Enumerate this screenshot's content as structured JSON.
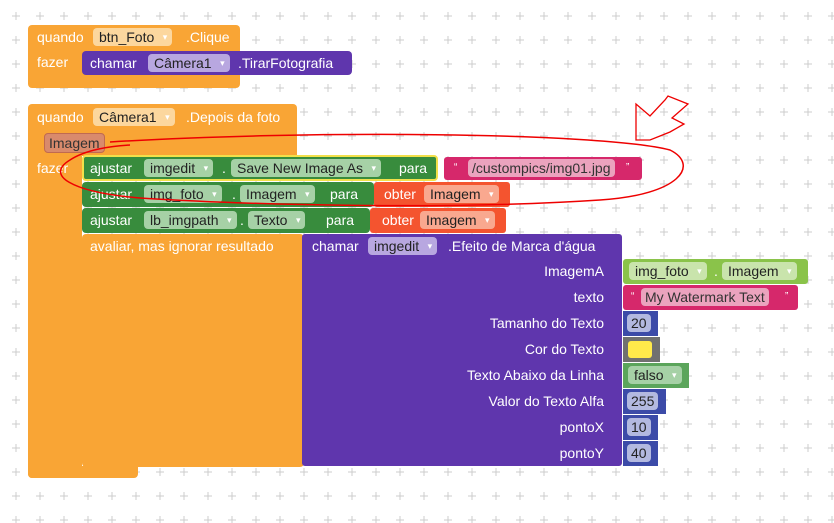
{
  "event1": {
    "when": "quando",
    "component": "btn_Foto",
    "event": ".Clique",
    "do": "fazer",
    "call": {
      "keyword": "chamar",
      "component": "Câmera1",
      "method": ".TirarFotografia"
    }
  },
  "event2": {
    "when": "quando",
    "component": "Câmera1",
    "event": ".Depois da foto",
    "param": "Imagem",
    "do": "fazer",
    "set1": {
      "keyword": "ajustar",
      "component": "imgedit",
      "property": "Save New Image As",
      "to": "para",
      "value": "/custompics/img01.jpg"
    },
    "set2": {
      "keyword": "ajustar",
      "component": "img_foto",
      "property": "Imagem",
      "to": "para",
      "get": "obter",
      "var": "Imagem"
    },
    "set3": {
      "keyword": "ajustar",
      "component": "lb_imgpath",
      "property": "Texto",
      "to": "para",
      "get": "obter",
      "var": "Imagem"
    },
    "eval": "avaliar, mas ignorar resultado",
    "call": {
      "keyword": "chamar",
      "component": "imgedit",
      "method": ".Efeito de Marca d'água",
      "args": [
        {
          "label": "ImagemA",
          "component": "img_foto",
          "property": "Imagem"
        },
        {
          "label": "texto",
          "value": "My Watermark Text"
        },
        {
          "label": "Tamanho do Texto",
          "value": "20"
        },
        {
          "label": "Cor do Texto",
          "color": "#ffe94a"
        },
        {
          "label": "Texto Abaixo da Linha",
          "value": "falso"
        },
        {
          "label": "Valor do Texto Alfa",
          "value": "255"
        },
        {
          "label": "pontoX",
          "value": "10"
        },
        {
          "label": "pontoY",
          "value": "40"
        }
      ]
    }
  },
  "quote_open": "“",
  "quote_close": "”",
  "dot": "."
}
